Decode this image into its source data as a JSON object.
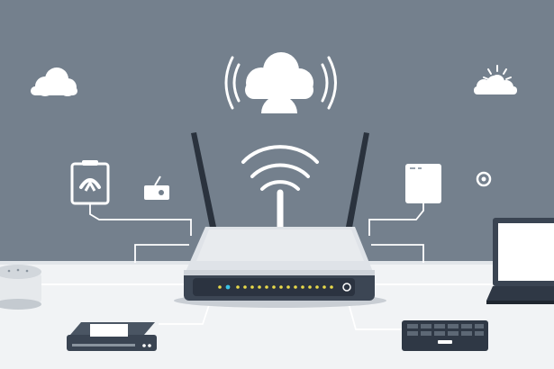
{
  "scene": {
    "kind": "illustration",
    "subject": "wireless-router-network",
    "colors": {
      "wall": "#74808d",
      "floor": "#f1f3f5",
      "router_body": "#3c4654",
      "router_top": "#dfe3e8",
      "router_front": "#2b3340",
      "antenna": "#2a323d",
      "wifi": "#ffffff",
      "led": "#e8d94a",
      "led_accent": "#39c2e6",
      "cable": "#ffffff",
      "device_dark": "#3a4452",
      "laptop_screen": "#ffffff"
    },
    "icons": [
      "cloud-icon",
      "cloud-upload-icon",
      "sun-cloud-icon",
      "smart-home-panel-icon",
      "radio-icon",
      "tablet-icon",
      "at-sign-icon",
      "wifi-signal-icon"
    ],
    "devices": [
      "wireless-router",
      "modem",
      "smart-speaker",
      "keyboard-device",
      "laptop"
    ],
    "led_count": 16
  }
}
